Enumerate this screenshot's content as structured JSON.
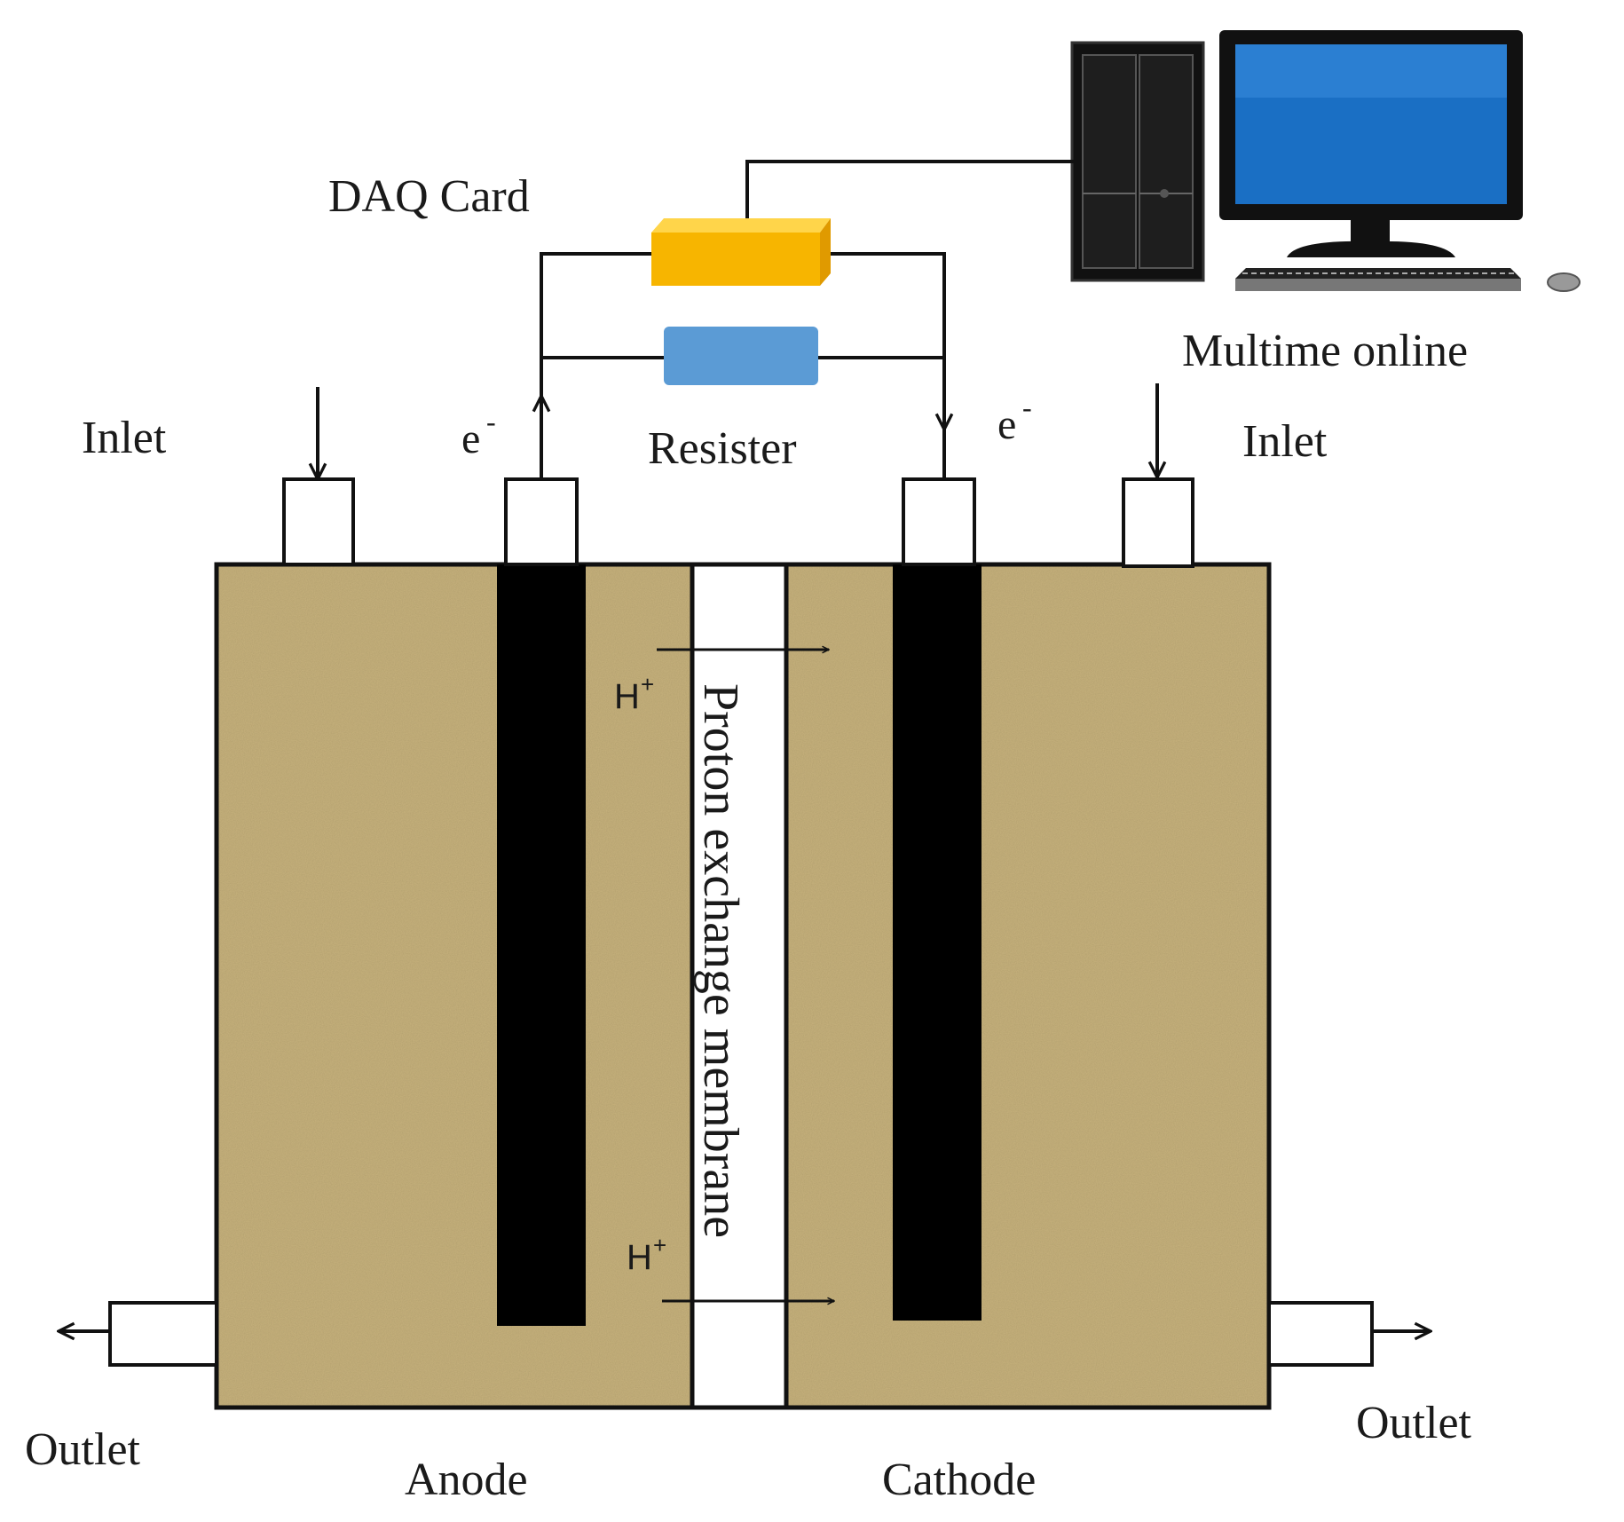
{
  "labels": {
    "daq_card": "DAQ Card",
    "multime_online": "Multime online",
    "resister": "Resister",
    "inlet_left": "Inlet",
    "inlet_right": "Inlet",
    "electron": "e",
    "electron_sup": "-",
    "proton": "H",
    "proton_sup": "+",
    "membrane": "Proton exchange membrane",
    "outlet_left": "Outlet",
    "outlet_right": "Outlet",
    "anode": "Anode",
    "cathode": "Cathode"
  },
  "colors": {
    "soil": "#c8b27e",
    "electrode": "#000000",
    "daq_card": "#f7b500",
    "resistor": "#5b9bd5",
    "monitor_screen": "#1a6fc4",
    "line": "#111111"
  }
}
